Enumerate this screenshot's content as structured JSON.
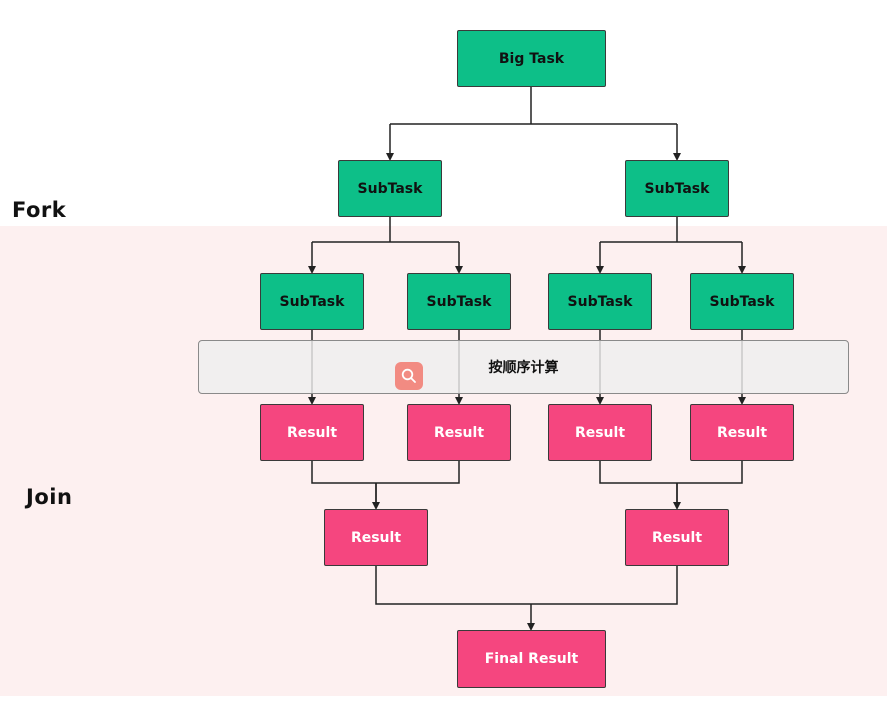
{
  "side_labels": {
    "fork": "Fork",
    "join": "Join"
  },
  "band_label": "按顺序计算",
  "nodes": {
    "big_task": "Big Task",
    "subtask_l": "SubTask",
    "subtask_r": "SubTask",
    "subtask_1": "SubTask",
    "subtask_2": "SubTask",
    "subtask_3": "SubTask",
    "subtask_4": "SubTask",
    "result_1": "Result",
    "result_2": "Result",
    "result_3": "Result",
    "result_4": "Result",
    "result_l": "Result",
    "result_r": "Result",
    "final_result": "Final Result"
  },
  "colors": {
    "task": "#0dbf88",
    "result": "#f5467f",
    "join_background": "#fdf0f0",
    "search_badge": "#f28b82"
  },
  "icons": {
    "band_badge": "search-icon"
  }
}
